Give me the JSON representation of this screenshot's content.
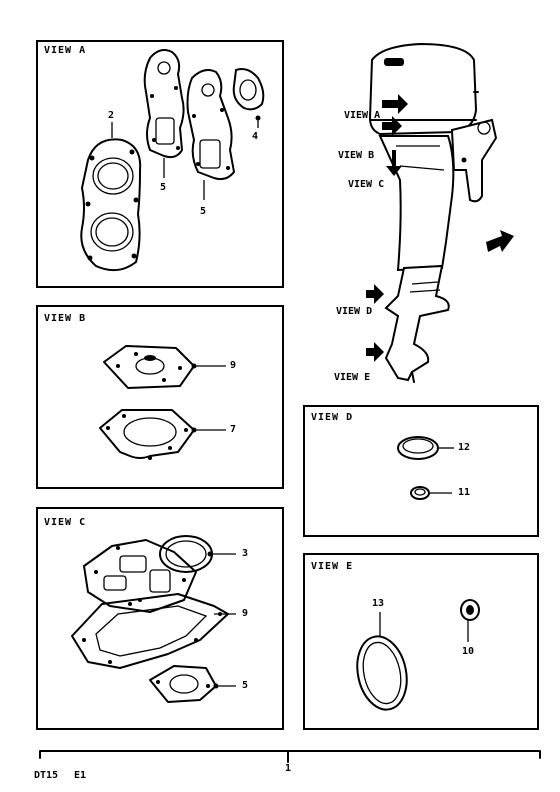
{
  "views": {
    "a": {
      "title": "VIEW A",
      "labels": [
        "2",
        "4",
        "5",
        "5"
      ]
    },
    "b": {
      "title": "VIEW B",
      "labels": [
        "9",
        "7"
      ]
    },
    "c": {
      "title": "VIEW C",
      "labels": [
        "3",
        "9",
        "5"
      ]
    },
    "d": {
      "title": "VIEW D",
      "labels": [
        "12",
        "11"
      ]
    },
    "e": {
      "title": "VIEW E",
      "labels": [
        "13",
        "10"
      ]
    }
  },
  "motor_callouts": [
    "VIEW A",
    "VIEW B",
    "VIEW C",
    "VIEW D",
    "VIEW E"
  ],
  "footer": {
    "code": "DT15",
    "region": "E1",
    "assembly_number": "1"
  }
}
